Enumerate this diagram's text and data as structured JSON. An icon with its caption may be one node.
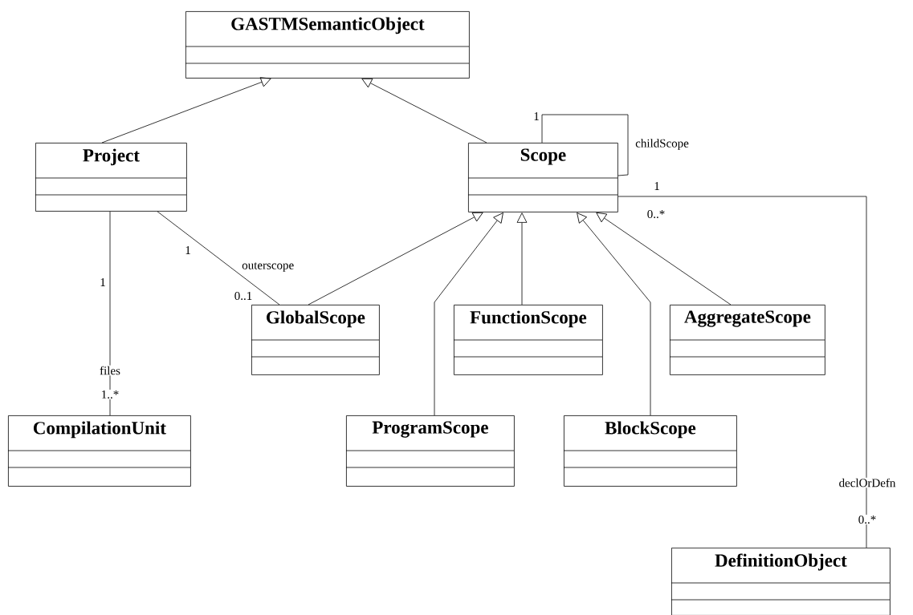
{
  "diagram": {
    "nodes": [
      {
        "text": [
          "GASTMSemanticObject"
        ]
      },
      {
        "text": [
          "Project"
        ]
      },
      {
        "text": [
          "Scope"
        ]
      },
      {
        "text": [
          "GlobalScope"
        ]
      },
      {
        "text": [
          "FunctionScope"
        ]
      },
      {
        "text": [
          "AggregateScope"
        ]
      },
      {
        "text": [
          "CompilationUnit"
        ]
      },
      {
        "text": [
          "ProgramScope"
        ]
      },
      {
        "text": [
          "BlockScope"
        ]
      },
      {
        "text": [
          "DefinitionObject"
        ]
      }
    ],
    "edges": [
      {
        "from": 1,
        "to": 0,
        "arrow": "to"
      },
      {
        "from": 2,
        "to": 0,
        "arrow": "to"
      },
      {
        "from": 2,
        "to": 2,
        "arrow": "none",
        "label": "childScope"
      },
      {
        "from": 2,
        "to": 9,
        "arrow": "none",
        "label": "declOrDefn"
      },
      {
        "from": 1,
        "to": 3,
        "arrow": "none",
        "label": "outerscope"
      },
      {
        "from": 1,
        "to": 6,
        "arrow": "none",
        "label": "files"
      },
      {
        "from": 3,
        "to": 2,
        "arrow": "to"
      },
      {
        "from": 7,
        "to": 2,
        "arrow": "to"
      },
      {
        "from": 4,
        "to": 2,
        "arrow": "to"
      },
      {
        "from": 8,
        "to": 2,
        "arrow": "to"
      },
      {
        "from": 5,
        "to": 2,
        "arrow": "to"
      }
    ],
    "labels": [
      "1",
      "1",
      "0..*",
      "1",
      "1",
      "0..1",
      "1..*",
      "0..*"
    ]
  }
}
